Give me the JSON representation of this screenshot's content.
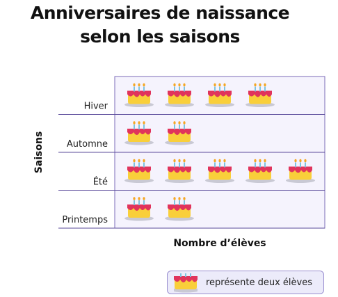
{
  "chart_data": {
    "type": "pictograph",
    "title_lines": [
      "Anniversaires de naissance",
      "selon les saisons"
    ],
    "xlabel": "Nombre d’élèves",
    "ylabel": "Saisons",
    "categories": [
      "Hiver",
      "Automne",
      "Été",
      "Printemps"
    ],
    "symbol_counts": [
      4,
      2,
      5,
      2
    ],
    "values": [
      8,
      4,
      10,
      4
    ],
    "symbol": "cake-icon",
    "symbol_value": 2,
    "legend_text": "représente deux élèves",
    "colors": {
      "plot_bg": "#f5f3fd",
      "plot_border": "#7b6bb8",
      "row_line": "#5a4a9a",
      "cake_body": "#f9cf3a",
      "cake_icing": "#e0345c",
      "cake_plate": "#c9c9d4",
      "candle": "#7ec3e0",
      "flame": "#f5a623",
      "legend_bg": "#ecebfa",
      "legend_border": "#9a8fd0"
    }
  }
}
